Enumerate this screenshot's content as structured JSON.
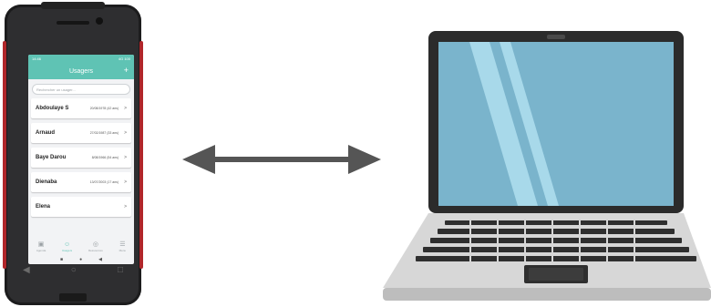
{
  "app": {
    "status_left": "14:46",
    "status_right": "4G 100",
    "title": "Usagers",
    "add_icon": "plus-icon",
    "search_placeholder": "Rechercher un usager..."
  },
  "users": [
    {
      "name": "Abdoulaye S",
      "date": "20/08/1978 (42 ans)"
    },
    {
      "name": "Arnaud",
      "date": "27/02/1987 (33 ans)"
    },
    {
      "name": "Baye Darou",
      "date": "8/08/1966 (54 ans)"
    },
    {
      "name": "Dienaba",
      "date": "13/07/2003 (17 ans)"
    },
    {
      "name": "Elena",
      "date": ""
    }
  ],
  "tabs": [
    {
      "label": "Agenda",
      "icon": "calendar-icon",
      "active": false
    },
    {
      "label": "Usagers",
      "icon": "user-icon",
      "active": true
    },
    {
      "label": "Ressources",
      "icon": "globe-icon",
      "active": false
    },
    {
      "label": "Menu",
      "icon": "menu-icon",
      "active": false
    }
  ],
  "colors": {
    "accent": "#5fc3b4",
    "arrow": "#555555",
    "laptop_screen": "#7ab4cc",
    "laptop_body": "#2b2b2b"
  }
}
